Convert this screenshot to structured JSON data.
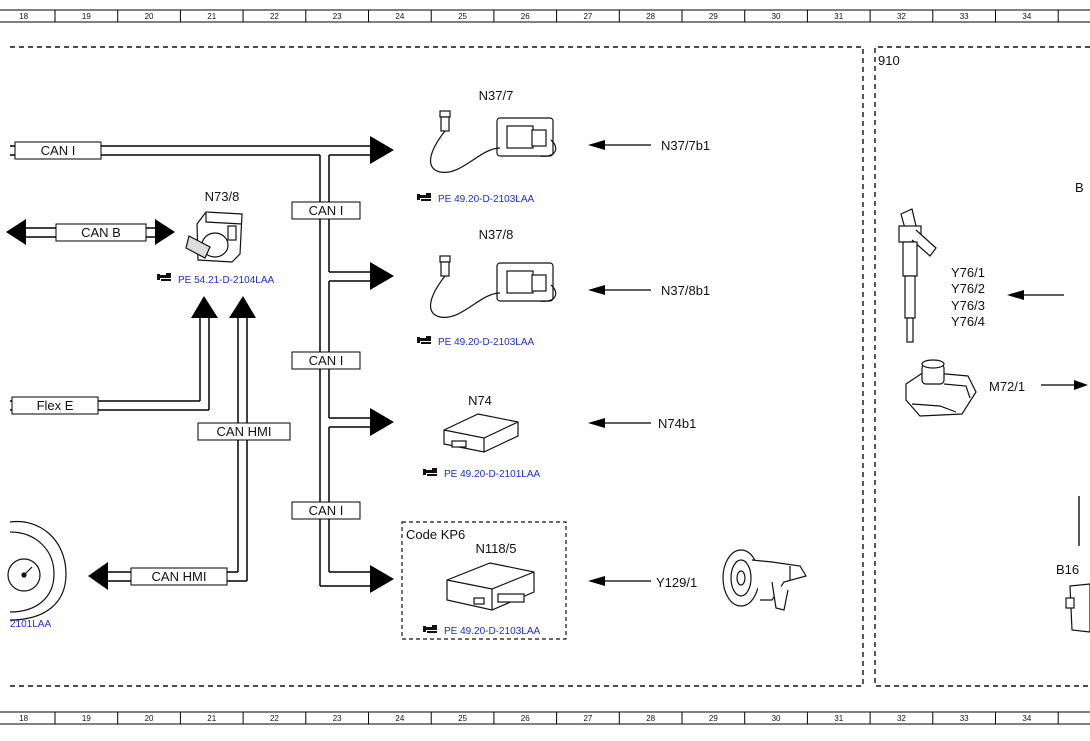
{
  "ruler": {
    "columns": [
      "18",
      "19",
      "20",
      "21",
      "22",
      "23",
      "24",
      "25",
      "26",
      "27",
      "28",
      "29",
      "30",
      "31",
      "32",
      "33",
      "34"
    ]
  },
  "zone_label": "910",
  "buses": {
    "can_i_left": "CAN I",
    "can_b": "CAN B",
    "flex_e": "Flex E",
    "can_hmi_upper": "CAN HMI",
    "can_hmi_lower": "CAN HMI",
    "can_i_mid_1": "CAN I",
    "can_i_mid_2": "CAN I",
    "can_i_mid_3": "CAN I"
  },
  "components": {
    "n37_7": {
      "label": "N37/7",
      "ref": "PE 49.20-D-2103LAA",
      "sensor": "N37/7b1"
    },
    "n37_8": {
      "label": "N37/8",
      "ref": "PE 49.20-D-2103LAA",
      "sensor": "N37/8b1"
    },
    "n74": {
      "label": "N74",
      "ref": "PE 49.20-D-2101LAA",
      "sensor": "N74b1"
    },
    "n73_8": {
      "label": "N73/8",
      "ref": "PE 54.21-D-2104LAA"
    },
    "n118_5": {
      "label": "N118/5",
      "ref": "PE 49.20-D-2103LAA",
      "code": "Code KP6",
      "actuator": "Y129/1"
    },
    "cluster": {
      "ref": "2101LAA"
    },
    "injectors": {
      "labels": [
        "Y76/1",
        "Y76/2",
        "Y76/3",
        "Y76/4"
      ]
    },
    "m72_1": {
      "label": "M72/1"
    },
    "b16": {
      "label": "B16"
    },
    "edge_b": {
      "label": "B"
    }
  },
  "icons": {
    "ref_marker": "pointing-hand-icon"
  }
}
